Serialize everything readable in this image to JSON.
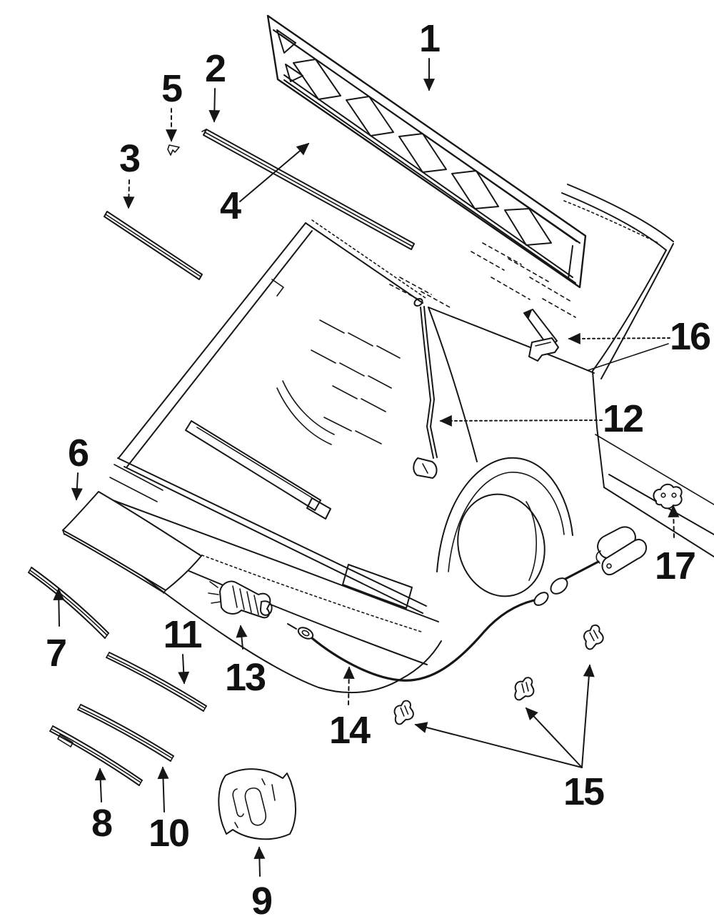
{
  "figure": {
    "colors": {
      "background": "#ffffff",
      "ink": "#161616"
    }
  },
  "callouts": [
    {
      "label": "1"
    },
    {
      "label": "2"
    },
    {
      "label": "3"
    },
    {
      "label": "4"
    },
    {
      "label": "5"
    },
    {
      "label": "6"
    },
    {
      "label": "7"
    },
    {
      "label": "8"
    },
    {
      "label": "9"
    },
    {
      "label": "10"
    },
    {
      "label": "11"
    },
    {
      "label": "12"
    },
    {
      "label": "13"
    },
    {
      "label": "14"
    },
    {
      "label": "15"
    },
    {
      "label": "16"
    },
    {
      "label": "17"
    }
  ]
}
